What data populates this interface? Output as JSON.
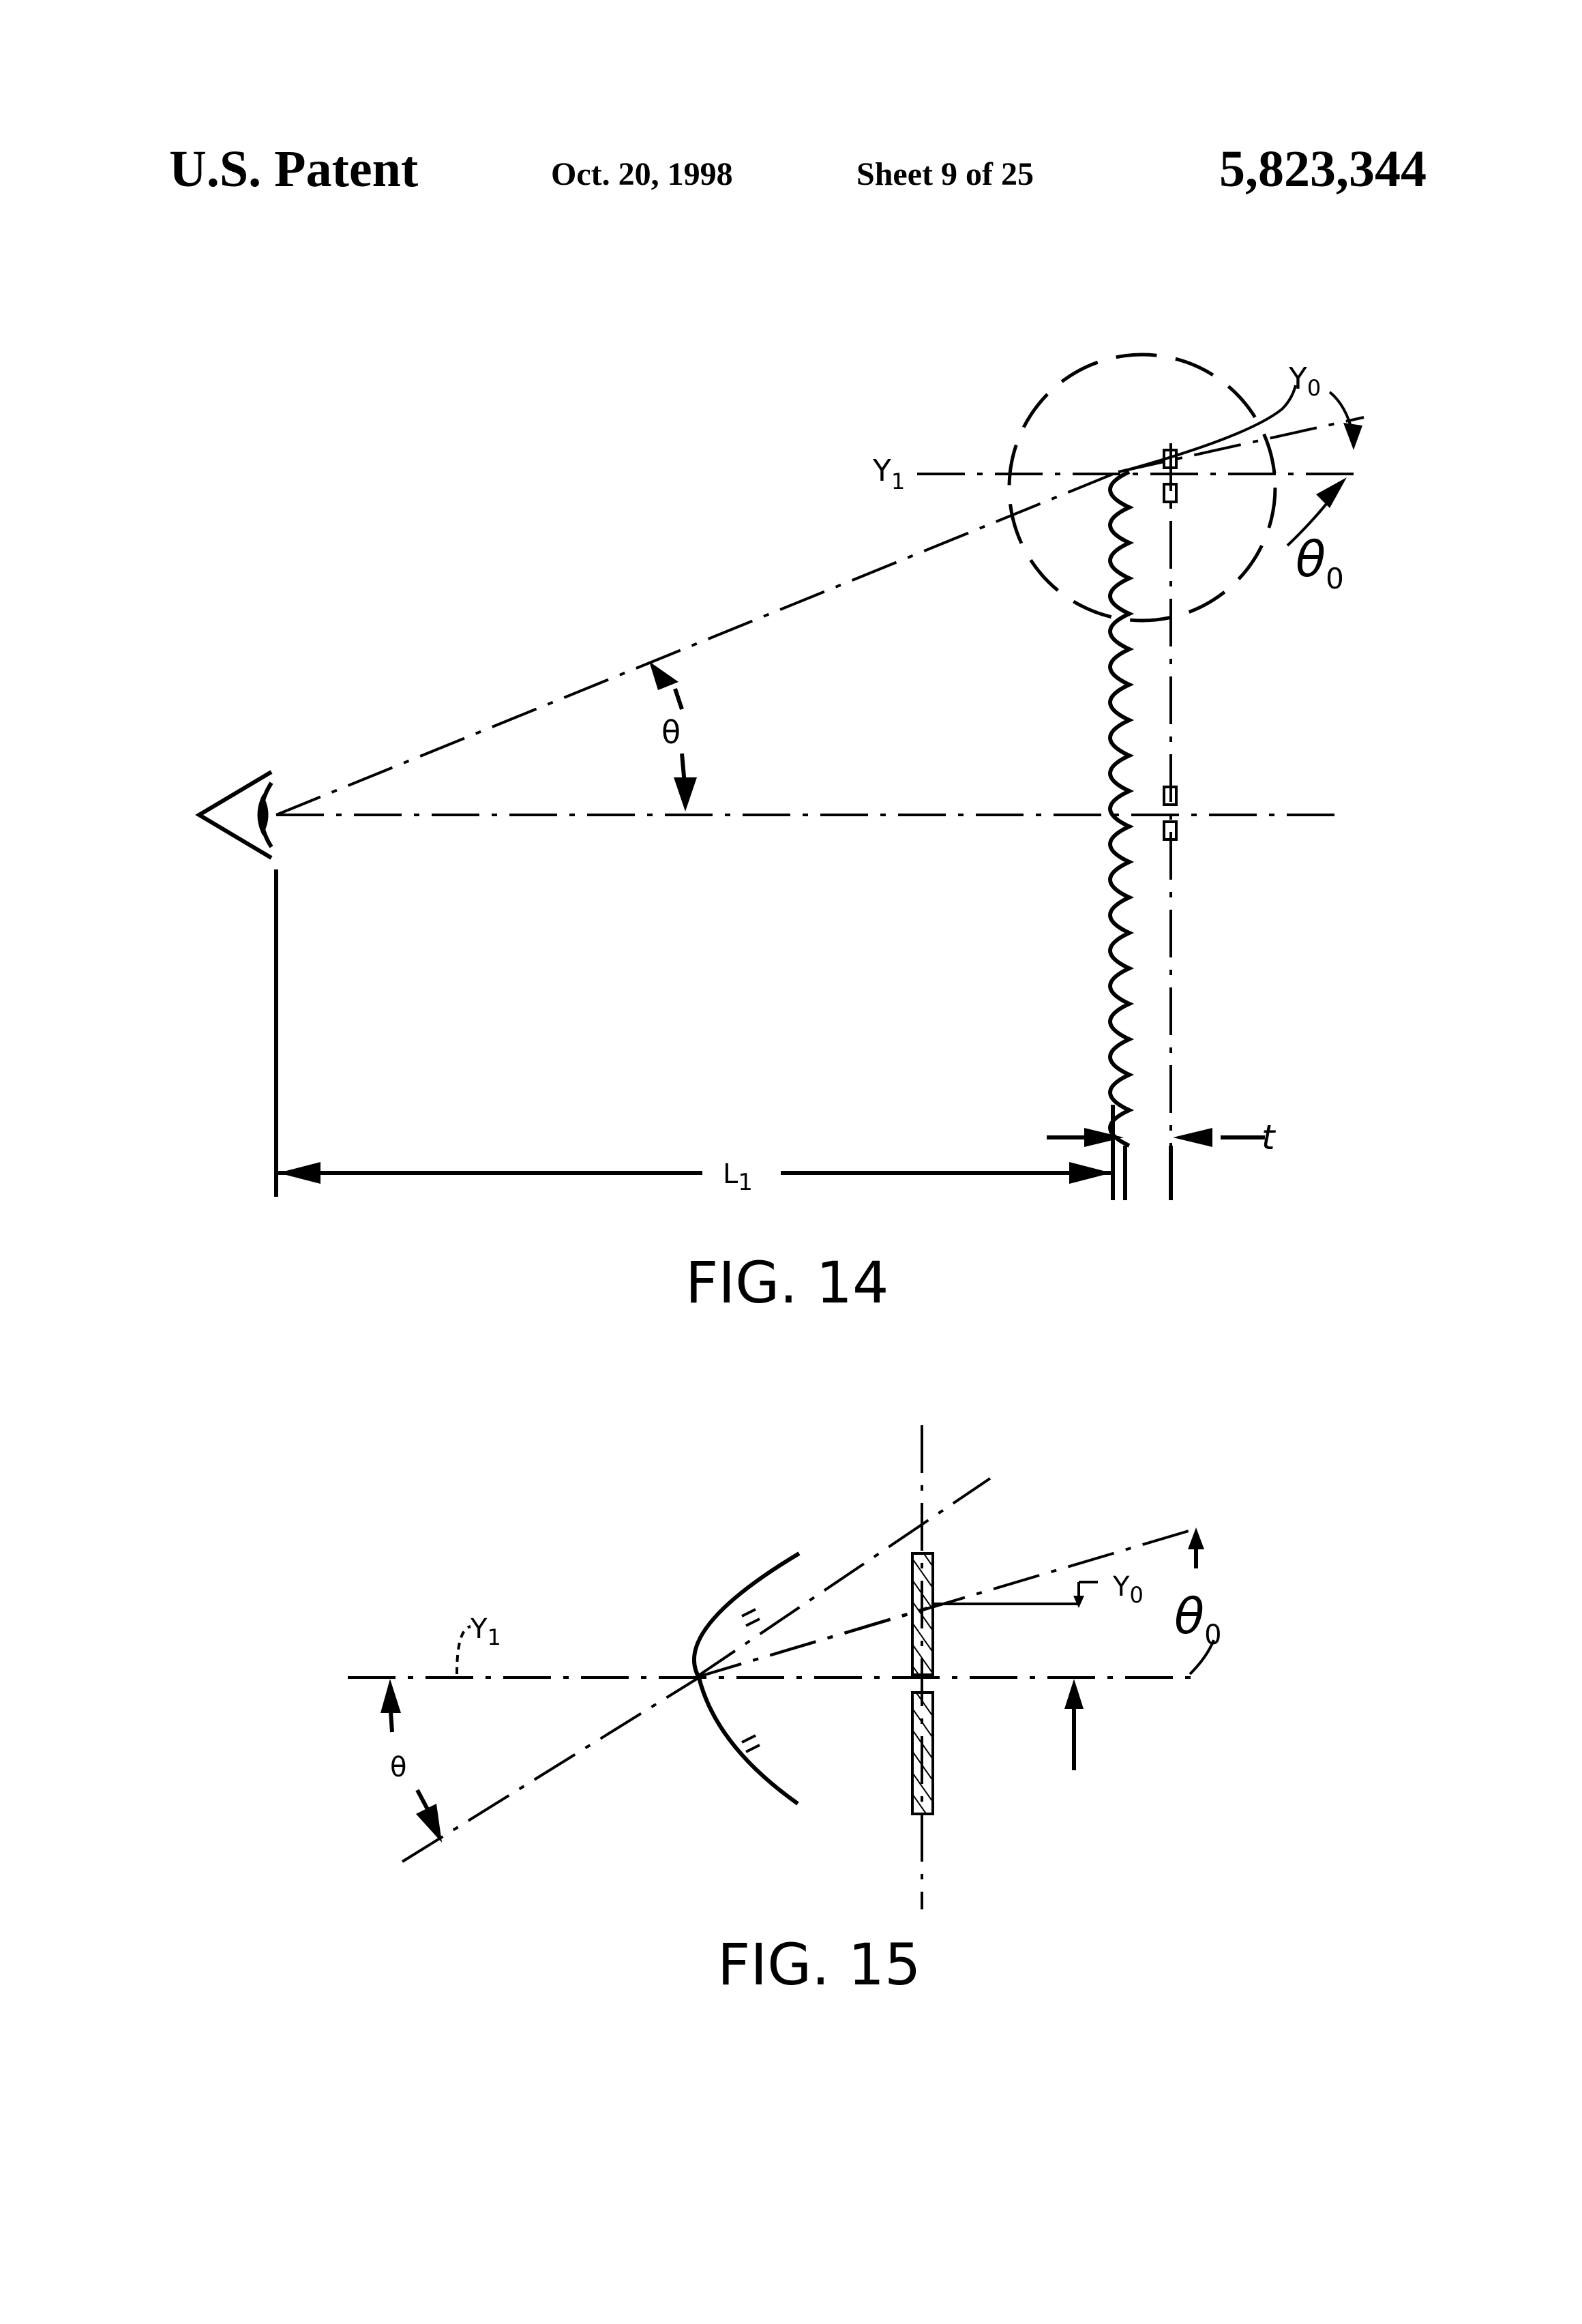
{
  "header": {
    "left": "U.S. Patent",
    "date": "Oct. 20, 1998",
    "sheet": "Sheet 9 of 25",
    "number": "5,823,344"
  },
  "fig14": {
    "caption": "FIG. 14",
    "labels": {
      "y0": "Y",
      "y0_sub": "0",
      "y1": "Y",
      "y1_sub": "1",
      "theta0": "θ",
      "theta0_sub": "0",
      "theta": "θ",
      "l1": "L",
      "l1_sub": "1",
      "t": "t"
    }
  },
  "fig15": {
    "caption": "FIG. 15",
    "labels": {
      "y0": "Y",
      "y0_sub": "0",
      "y1": "Y",
      "y1_sub": "1",
      "theta0": "θ",
      "theta0_sub": "0",
      "theta": "θ"
    }
  }
}
